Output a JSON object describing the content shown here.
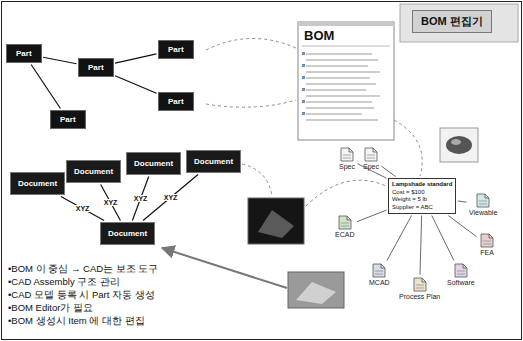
{
  "diagram": {
    "nodes": [
      {
        "text": [
          "Part"
        ]
      },
      {
        "text": [
          "Part"
        ]
      },
      {
        "text": [
          "Part"
        ]
      },
      {
        "text": [
          "Part"
        ]
      },
      {
        "text": [
          "Part"
        ]
      },
      {
        "text": [
          "BOM 편집기"
        ]
      },
      {
        "text": [
          "Document"
        ]
      },
      {
        "text": [
          "Document"
        ]
      },
      {
        "text": [
          "Document"
        ]
      },
      {
        "text": [
          "Document"
        ]
      },
      {
        "text": [
          "Document"
        ]
      },
      {
        "text": [
          "Lampshade standard",
          "Cost = $100",
          "Weight = 5 lb",
          "Supplier = ABC"
        ]
      },
      {
        "text": [
          "Spec"
        ]
      },
      {
        "text": [
          "Spec"
        ]
      },
      {
        "text": [
          "ECAD"
        ]
      },
      {
        "text": [
          "MCAD"
        ]
      },
      {
        "text": [
          "Process Plan"
        ]
      },
      {
        "text": [
          "Software"
        ]
      },
      {
        "text": [
          "FEA"
        ]
      },
      {
        "text": [
          "Viewable"
        ]
      }
    ],
    "edges": [
      {
        "from": 0,
        "to": 1,
        "arrow": "none"
      },
      {
        "from": 0,
        "to": 3,
        "arrow": "none"
      },
      {
        "from": 1,
        "to": 2,
        "arrow": "none"
      },
      {
        "from": 1,
        "to": 4,
        "arrow": "none"
      },
      {
        "from": 10,
        "to": 6,
        "label": "XYZ",
        "arrow": "none"
      },
      {
        "from": 10,
        "to": 7,
        "label": "XYZ",
        "arrow": "none"
      },
      {
        "from": 10,
        "to": 8,
        "label": "XYZ",
        "arrow": "none"
      },
      {
        "from": 10,
        "to": 9,
        "label": "XYZ",
        "arrow": "none"
      },
      {
        "from": 11,
        "to": 12,
        "arrow": "none"
      },
      {
        "from": 11,
        "to": 13,
        "arrow": "none"
      },
      {
        "from": 11,
        "to": 14,
        "arrow": "none"
      },
      {
        "from": 11,
        "to": 15,
        "arrow": "none"
      },
      {
        "from": 11,
        "to": 16,
        "arrow": "none"
      },
      {
        "from": 11,
        "to": 17,
        "arrow": "none"
      },
      {
        "from": 11,
        "to": 18,
        "arrow": "none"
      },
      {
        "from": 11,
        "to": 19,
        "arrow": "none"
      }
    ],
    "labels": [
      "BOM",
      "•BOM 이 중심 → CAD는 보조 도구",
      "•CAD Assembly 구조 관리",
      "•CAD 모델 등록 시 Part 자동 생성",
      "•BOM Editor가 필요",
      "•BOM 생성시 Item 에 대한 편집"
    ]
  }
}
